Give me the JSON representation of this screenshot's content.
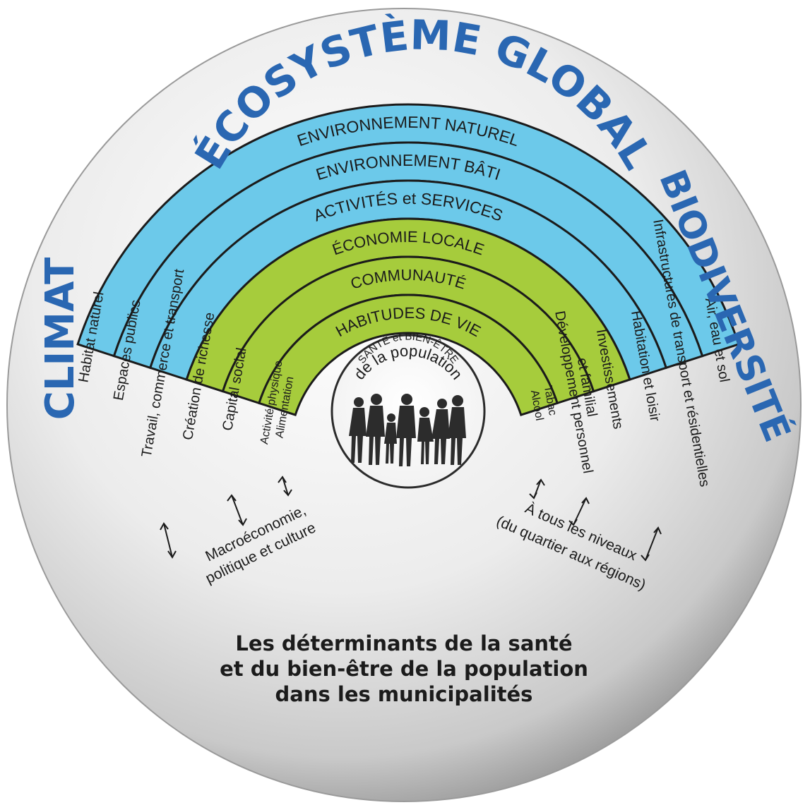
{
  "outer": {
    "ecosysteme": "ÉCOSYSTÈME GLOBAL",
    "climat": "CLIMAT",
    "biodiversite": "BIODIVERSITÉ"
  },
  "bands": [
    {
      "label": "ENVIRONNEMENT NATUREL",
      "color": "#6cc9ea",
      "left": "Habitat naturel",
      "right": "Air, eau et sol"
    },
    {
      "label": "ENVIRONNEMENT BÂTI",
      "color": "#6cc9ea",
      "left": "Espaces publics",
      "right": "Infrastructures de transport et résidentielles"
    },
    {
      "label": "ACTIVITÉS et SERVICES",
      "color": "#6cc9ea",
      "left": "Travail, commerce et transport",
      "right": "Habitation et loisir"
    },
    {
      "label": "ÉCONOMIE LOCALE",
      "color": "#a6cc3c",
      "left": "Création de richesse",
      "right": "Investissements"
    },
    {
      "label": "COMMUNAUTÉ",
      "color": "#a6cc3c",
      "left": "Capital social",
      "right": "Développement personnel",
      "right2": "et familial"
    },
    {
      "label": "HABITUDES DE VIE",
      "color": "#a6cc3c",
      "left": "Activité physique",
      "left2": "Alimentation",
      "right": "Alcool",
      "right2": "Tabac"
    }
  ],
  "center": {
    "line1": "SANTÉ et BIEN-ÊTRE",
    "line2": "de la population"
  },
  "notes": {
    "left_1": "Macroéconomie,",
    "left_2": "politique et culture",
    "right_1": "À tous les niveaux",
    "right_2": "(du quartier aux régions)"
  },
  "caption": {
    "line1": "Les déterminants de la santé",
    "line2": "et du bien-être de la population",
    "line3": "dans les municipalités"
  }
}
